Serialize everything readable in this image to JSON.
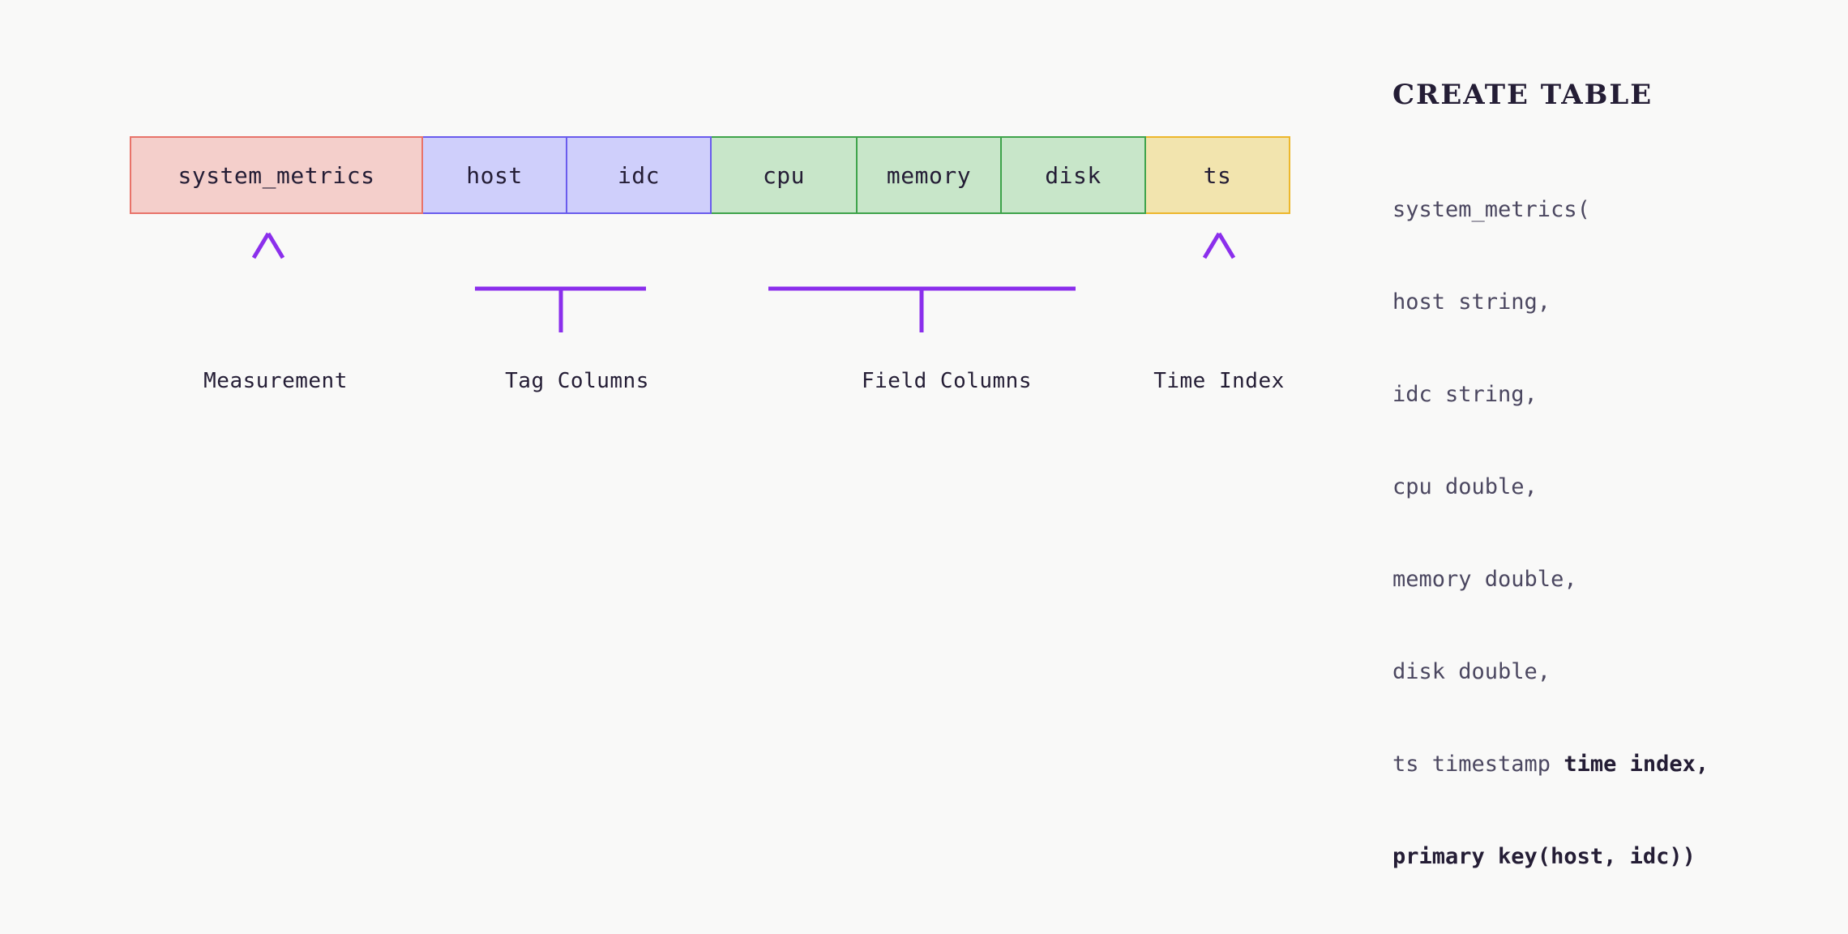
{
  "canvas": {
    "background": "#f9f9f8",
    "accent_purple": "#8b2fec",
    "text_color": "#241d35"
  },
  "schema": {
    "cells": [
      {
        "label": "system_metrics",
        "group": "measurement",
        "fill": "#f4cfcb",
        "stroke": "#e8736a"
      },
      {
        "label": "host",
        "group": "tag",
        "fill": "#cfcffb",
        "stroke": "#6a5ced"
      },
      {
        "label": "idc",
        "group": "tag",
        "fill": "#cfcffb",
        "stroke": "#6a5ced"
      },
      {
        "label": "cpu",
        "group": "field",
        "fill": "#c8e6c9",
        "stroke": "#3fa34b"
      },
      {
        "label": "memory",
        "group": "field",
        "fill": "#c8e6c9",
        "stroke": "#3fa34b"
      },
      {
        "label": "disk",
        "group": "field",
        "fill": "#c8e6c9",
        "stroke": "#3fa34b"
      },
      {
        "label": "ts",
        "group": "time_index",
        "fill": "#f2e4ae",
        "stroke": "#edb72c"
      }
    ]
  },
  "annotations": {
    "measurement": {
      "label": "Measurement",
      "connector": "arrow"
    },
    "tag_columns": {
      "label": "Tag Columns",
      "connector": "bracket"
    },
    "field_columns": {
      "label": "Field Columns",
      "connector": "bracket"
    },
    "time_index": {
      "label": "Time Index",
      "connector": "arrow"
    }
  },
  "ddl": {
    "title": "CREATE TABLE",
    "lines": [
      {
        "text": "system_metrics(",
        "bold": false
      },
      {
        "text": "host string,",
        "bold": false
      },
      {
        "text": "idc string,",
        "bold": false
      },
      {
        "text": "cpu double,",
        "bold": false
      },
      {
        "text": "memory double,",
        "bold": false
      },
      {
        "text": "disk double,",
        "bold": false
      },
      {
        "text": "ts timestamp ",
        "bold": false,
        "suffix_bold": "time index",
        "suffix": ","
      },
      {
        "text": "",
        "bold": true,
        "suffix_bold": "primary key(host, idc))",
        "suffix": ""
      }
    ],
    "line_ts_prefix": "ts timestamp ",
    "line_ts_keyword": "time index",
    "line_ts_tail": ",",
    "line_pk_keyword": "primary key(host, idc))"
  }
}
